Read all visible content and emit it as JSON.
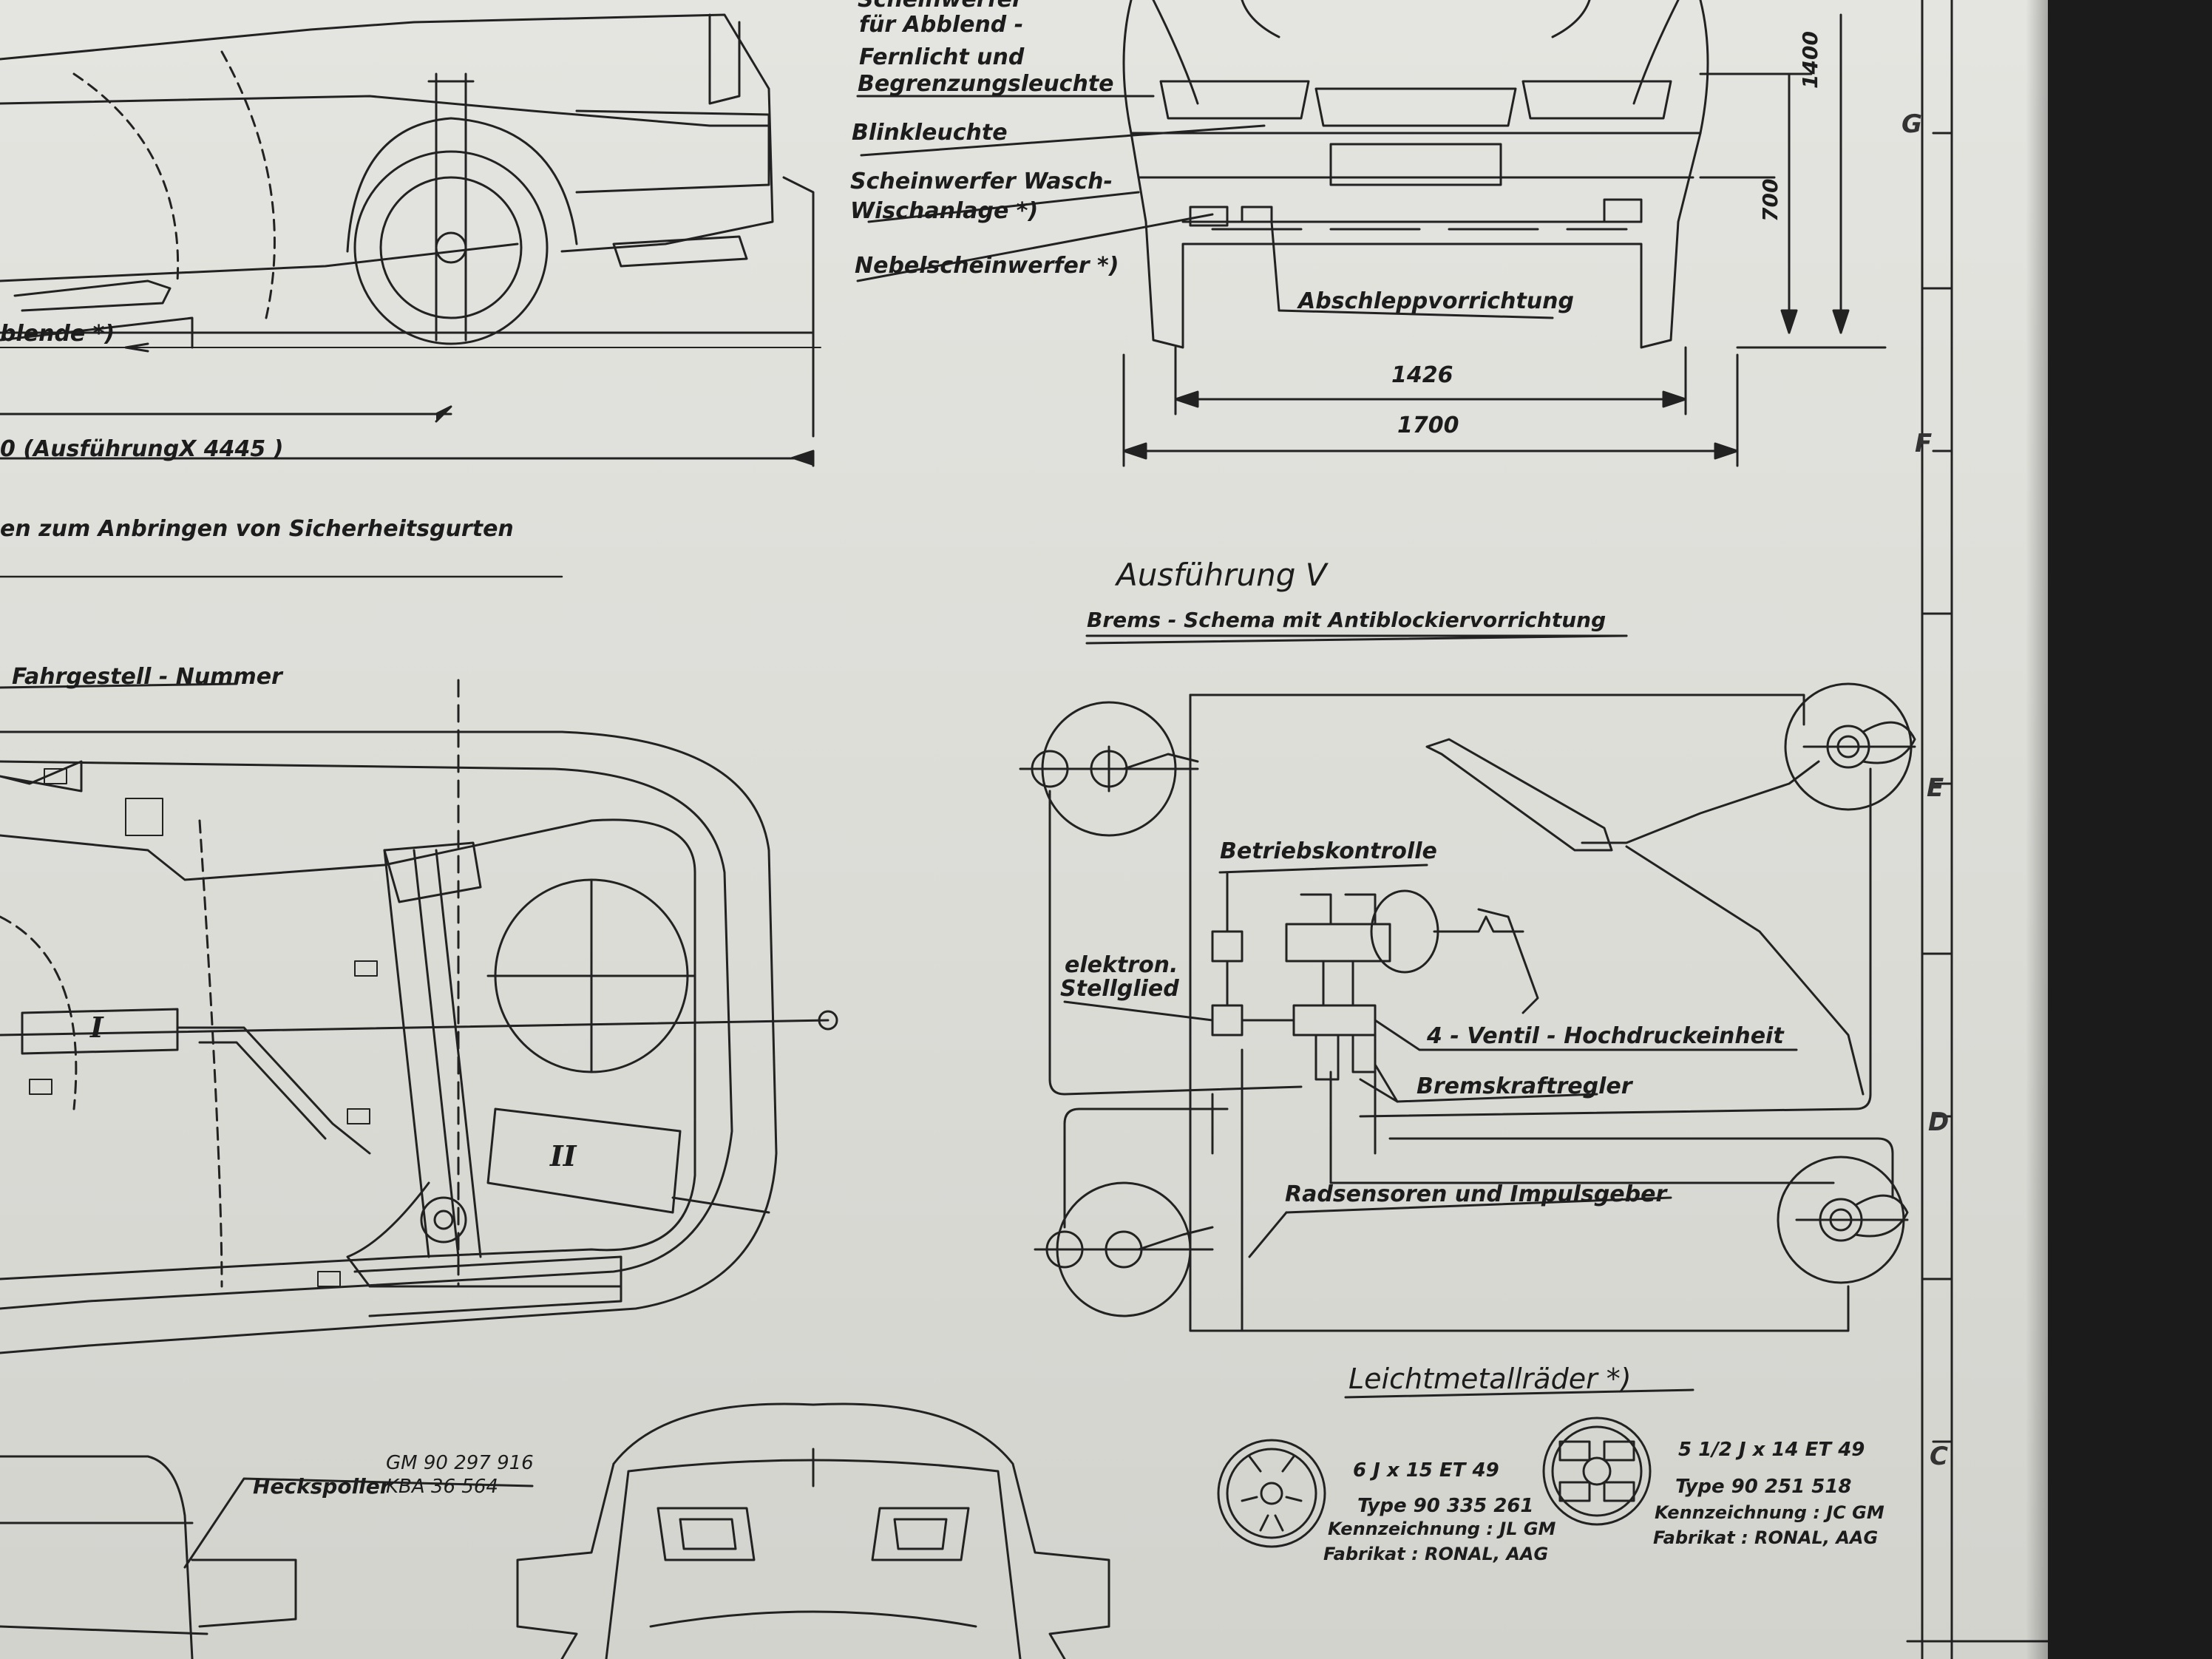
{
  "front_view": {
    "lbl_scheinwerfer_1": "Scheinwerfer",
    "lbl_scheinwerfer_2": "für Abblend -",
    "lbl_scheinwerfer_3": "Fernlicht  und",
    "lbl_scheinwerfer_4": "Begrenzungsleuchte",
    "lbl_blinkleuchte": "Blinkleuchte",
    "lbl_wasch_1": "Scheinwerfer  Wasch-",
    "lbl_wasch_2": "Wischanlage *)",
    "lbl_nebel": "Nebelscheinwerfer *)",
    "lbl_abschlepp": "Abschleppvorrichtung",
    "dim_1426": "1426",
    "dim_1700": "1700",
    "dim_1400": "1400",
    "dim_700": "700"
  },
  "side_view": {
    "lbl_blende": "blende *)",
    "lbl_ausfuehrung_x": "0   (AusführungX  4445  )",
    "lbl_gurte": "en  zum  Anbringen  von  Sicherheitsgurten"
  },
  "underbody": {
    "lbl_fahrgestell": "Fahrgestell - Nummer",
    "lbl_muffler_1": "I",
    "lbl_muffler_2": "II"
  },
  "brake": {
    "title": "Ausführung V",
    "subtitle": "Brems - Schema  mit  Antiblockiervorrichtung",
    "lbl_betrieb": "Betriebskontrolle",
    "lbl_elektron_1": "elektron.",
    "lbl_elektron_2": "Stellglied",
    "lbl_ventil": "4  -  Ventil - Hochdruckeinheit",
    "lbl_bremskraft": "Bremskraftregler",
    "lbl_radsensoren": "Radsensoren  und  Impulsgeber"
  },
  "wheels": {
    "title": "Leichtmetallräder  *)",
    "wheel1": {
      "size": "6 J x 15   ET 49",
      "type": "Type  90  335  261",
      "kenn": "Kennzeichnung :  JL  GM",
      "fab": "Fabrikat : RONAL, AAG"
    },
    "wheel2": {
      "size": "5 1/2  J x 14   ET 49",
      "type": "Type  90  251  518",
      "kenn": "Kennzeichnung :  JC  GM",
      "fab": "Fabrikat : RONAL, AAG"
    }
  },
  "rear": {
    "lbl_heckspoiler": "Heckspoiler",
    "gm_number": "GM 90  297  916",
    "kba_number": "KBA  36  564"
  },
  "ruler": {
    "g": "G",
    "f": "F",
    "e": "E",
    "d": "D",
    "c": "C"
  }
}
